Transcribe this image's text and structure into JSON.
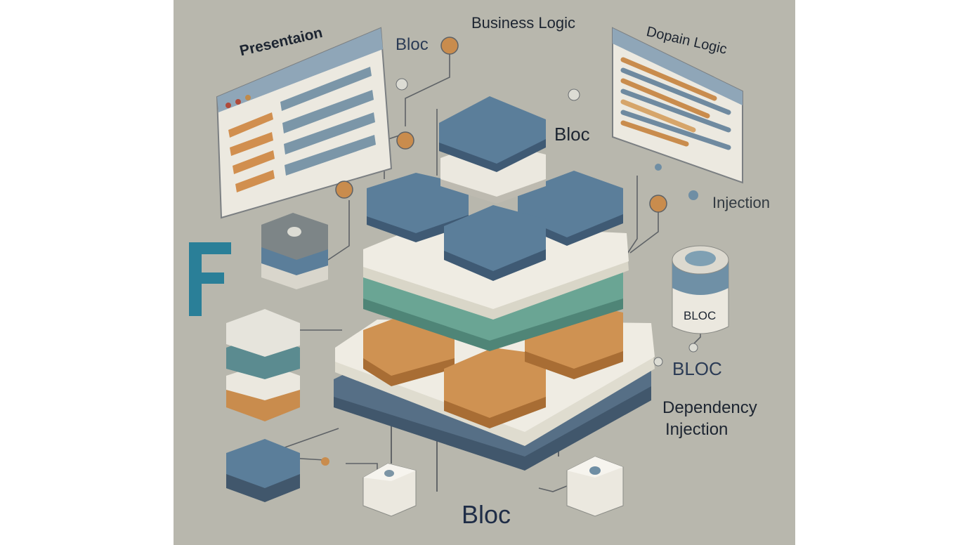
{
  "labels": {
    "presentation": "Presentaion",
    "business_logic": "Business Logic",
    "domain_logic": "Dopain Logic",
    "bloc_top": "Bloc",
    "bloc_mid": "Bloc",
    "injection": "Injection",
    "bloc_cylinder": "BLOC",
    "bloc_right": "BLOC",
    "dependency": "Dependency",
    "dependency_injection": "Injection",
    "bloc_bottom": "Bloc",
    "logo_letter": "F"
  },
  "colors": {
    "background": "#b8b7ad",
    "blue_slate": "#557a96",
    "teal": "#5f9a8c",
    "orange": "#c98c4d",
    "cream": "#e9e6dc",
    "navy": "#3f5a74",
    "logo": "#2a7f98"
  }
}
